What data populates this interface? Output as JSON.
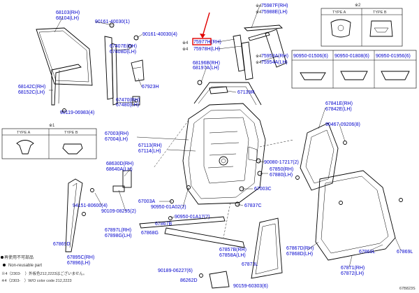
{
  "colors": {
    "label": "#0000cc",
    "highlight": "#e00000",
    "line": "#000000"
  },
  "labels": {
    "l68103": "68103(RH)",
    "l68104": "68104(LH)",
    "l90161a": "90161-40030(1)",
    "l90161b": "90161-40030(4)",
    "l67407": "67407E(RH)",
    "l67408": "67408D(LH)",
    "l67923": "67923H",
    "l67470": "67470(RH)",
    "l67480": "67480(LH)",
    "l68142": "68142C(RH)",
    "l68152": "68152C(LH)",
    "l90119": "90119-06983(4)",
    "l75977": "75977H",
    "l75977rh": "(RH)",
    "l75978": "75978H(LH)",
    "l68196": "68196B(RH)",
    "l68197": "68197A(LH)",
    "l67139": "67139R",
    "l75987": "75987F(RH)",
    "l75988": "75988E(LH)",
    "l75953": "75953A(RH)",
    "l75954": "75954A(LH)",
    "l67003": "67003(RH)",
    "l67004": "67004(LH)",
    "l67113": "67113(RH)",
    "l67114": "67114(LH)",
    "l67841": "67841E(RH)",
    "l67842": "67842E(LH)",
    "l90467": "90467-09206(8)",
    "l68630": "68630D(RH)",
    "l68640": "68640A(LH)",
    "l90080": "90080-17217(2)",
    "l67850": "67850(RH)",
    "l67880": "67880(LH)",
    "l67003c": "67003C",
    "l67003a": "67003A",
    "l94151": "94151-80600(4)",
    "l90109": "90109-08295(2)",
    "l90950a": "90950-01A02(2)",
    "l67837": "67837C",
    "l90950b": "90950-01A17(2)",
    "l67867": "67867B",
    "l67897": "67897L(RH)",
    "l67898": "67898G(LH)",
    "l67868": "67868G",
    "l67869d": "67869D",
    "l67895": "67895C(RH)",
    "l67896": "67896(LH)",
    "l67857": "67857B(RH)",
    "l67858": "67858A(LH)",
    "l67873": "67873L",
    "l90189": "90189-06227(6)",
    "l86262": "86262D",
    "l90159": "90159-60303(6)",
    "l67867d": "67867D(RH)",
    "l67868d": "67868D(LH)",
    "l67869l": "67869L",
    "l67871": "67871(RH)",
    "l67872": "67872(LH)",
    "l909501506": "90950-01506(6)",
    "l909501808": "90950-01808(6)",
    "l909501956": "90950-01956(6)",
    "star1": "※1",
    "star2": "※2",
    "star4a": "※4",
    "star4b": "※4",
    "star4c": "※4",
    "star4d": "※4",
    "star4e": "※4",
    "star4f": "※4",
    "typeA": "TYPE A",
    "typeB": "TYPE B",
    "typeA2": "TYPE A",
    "typeB2": "TYPE B",
    "legend_jp": "再使用不可部品",
    "legend_en": "Non-reusable part",
    "note_jp": "※4（2303-　）外板色212,2223はございません。",
    "note_en": "※4（2303-　）W/O color code 212,2223",
    "diagram_code": "67B823S"
  }
}
